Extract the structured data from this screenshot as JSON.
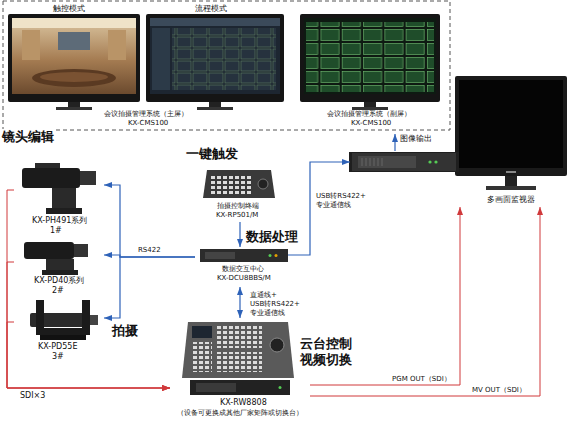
{
  "diagram": {
    "nodes": [
      {
        "text": [
          "触控模式",
          "流程模式",
          "会议拍摄管理系统（主屏）",
          "KX-CMS100"
        ]
      },
      {
        "text": [
          "会议拍摄管理系统（副屏）",
          "KX-CMS100"
        ]
      },
      {
        "text": [
          "多画面监视器"
        ]
      },
      {
        "text": [
          "KX-PH491系列",
          "1#"
        ]
      },
      {
        "text": [
          "拍摄控制终端",
          "KX-RP501/M"
        ]
      },
      {
        "text": [
          "KX-PD40系列",
          "2#"
        ]
      },
      {
        "text": [
          "数据交互中心",
          "KX-DCU8BBS/M"
        ]
      },
      {
        "text": [
          "KX-PD55E",
          "3#"
        ]
      },
      {
        "text": [
          "KX-RW8808",
          "（设备可更换成其他厂家矩阵或切换台）"
        ]
      }
    ],
    "edges": [
      {
        "from": 4,
        "to": 6,
        "arrow": "to"
      },
      {
        "from": 6,
        "to": 3,
        "arrow": "to"
      },
      {
        "from": 6,
        "to": 5,
        "arrow": "to",
        "label": "RS422"
      },
      {
        "from": 6,
        "to": 7,
        "arrow": "to"
      },
      {
        "from": 6,
        "to": 8,
        "arrow": "both",
        "label": "直通线+ USB转RS422+ 专业通信线"
      },
      {
        "from": 3,
        "to": 8,
        "arrow": "to"
      },
      {
        "from": 5,
        "to": 8,
        "arrow": "to"
      },
      {
        "from": 7,
        "to": 8,
        "arrow": "to",
        "label": "SDI×3"
      },
      {
        "from": 8,
        "to": 2,
        "arrow": "to",
        "label": "PGM OUT（SDI）"
      },
      {
        "from": 8,
        "to": 2,
        "arrow": "to",
        "label": "MV OUT（SDI）"
      }
    ],
    "labels": [
      "镜头编辑",
      "图像输出",
      "一键触发",
      "USB转RS422+ 专业通信线",
      "数据处理",
      "拍摄",
      "云台控制 视频切换"
    ]
  }
}
